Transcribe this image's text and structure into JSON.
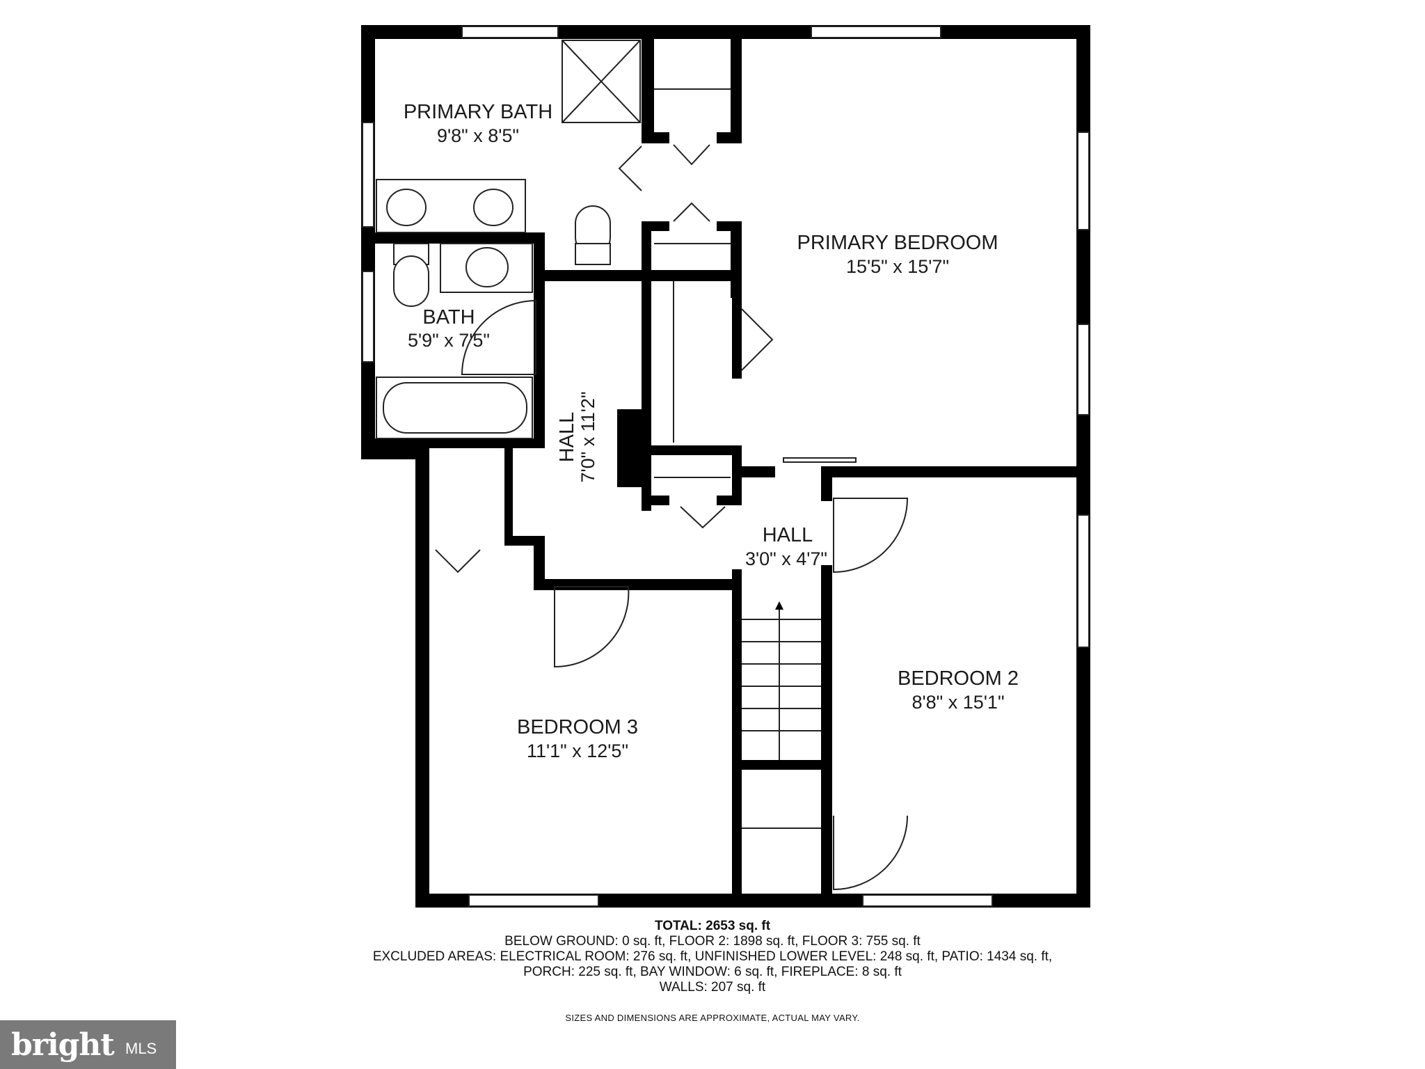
{
  "rooms": {
    "primary_bath": {
      "name": "PRIMARY BATH",
      "dims": "9'8\" x 8'5\""
    },
    "bath": {
      "name": "BATH",
      "dims": "5'9\" x 7'5\""
    },
    "primary_bedroom": {
      "name": "PRIMARY BEDROOM",
      "dims": "15'5\" x 15'7\""
    },
    "hall_main": {
      "name": "HALL",
      "dims": "7'0\" x 11'2\""
    },
    "hall_small": {
      "name": "HALL",
      "dims": "3'0\" x 4'7\""
    },
    "bedroom_2": {
      "name": "BEDROOM 2",
      "dims": "8'8\" x 15'1\""
    },
    "bedroom_3": {
      "name": "BEDROOM 3",
      "dims": "11'1\" x 12'5\""
    }
  },
  "summary": {
    "total_label": "TOTAL:",
    "total_value": "2653 sq. ft",
    "line1": "BELOW GROUND: 0 sq. ft, FLOOR 2: 1898 sq. ft, FLOOR 3: 755 sq. ft",
    "line2": "EXCLUDED AREAS: ELECTRICAL ROOM: 276 sq. ft, UNFINISHED LOWER LEVEL: 248 sq. ft, PATIO: 1434 sq. ft,",
    "line3": "PORCH: 225 sq. ft, BAY WINDOW: 6 sq. ft, FIREPLACE: 8 sq. ft",
    "line4": "WALLS: 207 sq. ft",
    "disclaimer": "SIZES AND DIMENSIONS ARE APPROXIMATE, ACTUAL MAY VARY."
  },
  "logo": {
    "brand": "bright",
    "suffix": "MLS"
  }
}
